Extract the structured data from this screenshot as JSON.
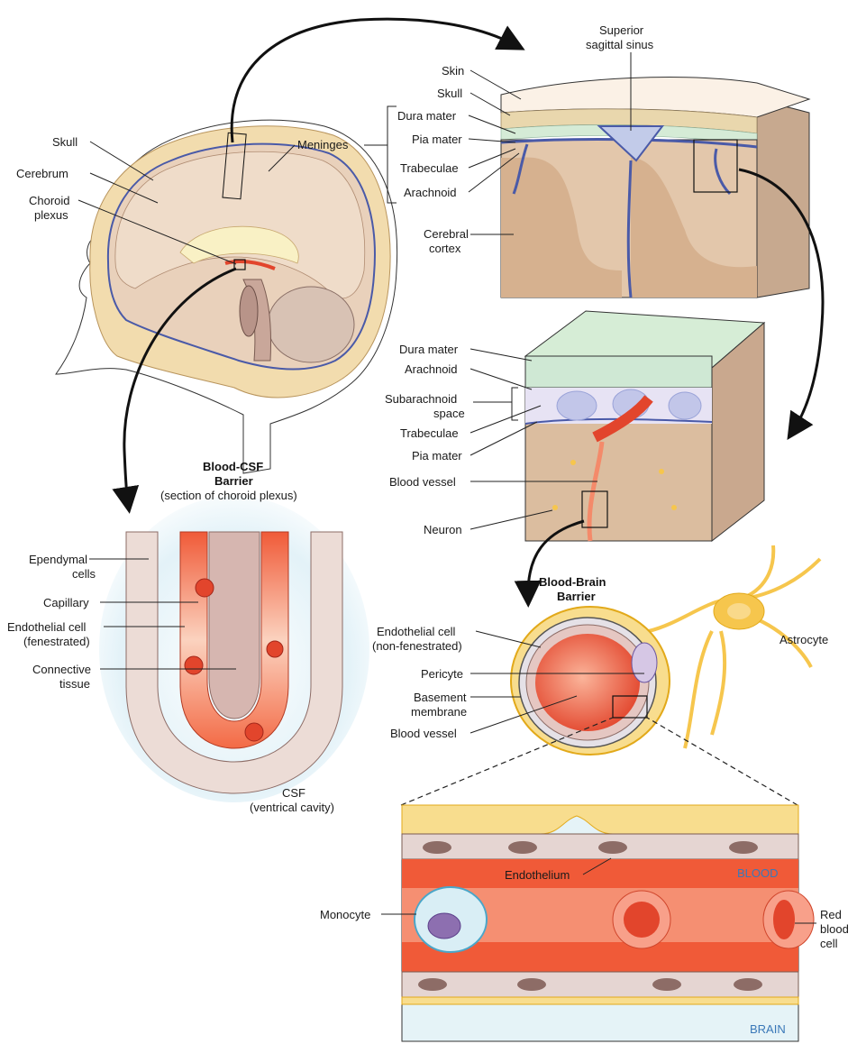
{
  "head": {
    "skull": "Skull",
    "cerebrum": "Cerebrum",
    "choroid_line1": "Choroid",
    "choroid_line2": "plexus",
    "meninges": "Meninges"
  },
  "meninges_block": {
    "superior_line1": "Superior",
    "superior_line2": "sagittal sinus",
    "skin": "Skin",
    "skull": "Skull",
    "dura_mater": "Dura mater",
    "pia_mater": "Pia mater",
    "trabeculae": "Trabeculae",
    "arachnoid": "Arachnoid",
    "cortex_line1": "Cerebral",
    "cortex_line2": "cortex"
  },
  "subarachnoid_block": {
    "dura_mater": "Dura mater",
    "arachnoid": "Arachnoid",
    "space_line1": "Subarachnoid",
    "space_line2": "space",
    "trabeculae": "Trabeculae",
    "pia_mater": "Pia mater",
    "blood_vessel": "Blood vessel",
    "neuron": "Neuron"
  },
  "csf_barrier": {
    "title_line1": "Blood-CSF",
    "title_line2": "Barrier",
    "subtitle": "(section of choroid plexus)",
    "ependymal_line1": "Ependymal",
    "ependymal_line2": "cells",
    "capillary": "Capillary",
    "endo_line1": "Endothelial cell",
    "endo_line2": "(fenestrated)",
    "conn_line1": "Connective",
    "conn_line2": "tissue",
    "csf_line1": "CSF",
    "csf_line2": "(ventrical cavity)"
  },
  "bb_barrier": {
    "title_line1": "Blood-Brain",
    "title_line2": "Barrier",
    "endo_line1": "Endothelial cell",
    "endo_line2": "(non-fenestrated)",
    "pericyte": "Pericyte",
    "basement_line1": "Basement",
    "basement_line2": "membrane",
    "blood_vessel": "Blood vessel",
    "astrocyte": "Astrocyte"
  },
  "zoom": {
    "endothelium": "Endothelium",
    "blood": "BLOOD",
    "monocyte": "Monocyte",
    "rbc_line1": "Red",
    "rbc_line2": "blood",
    "rbc_line3": "cell",
    "brain": "BRAIN"
  },
  "colors": {
    "bone": "#f2dcae",
    "brain": "#d9b99a",
    "cortex": "#e8d3bb",
    "pia_blue": "#4a5aa8",
    "dura_green": "#cfe8d4",
    "blood_red": "#e2452c",
    "astrocyte_yellow": "#f6c64d",
    "csf_blue": "#dbeef6",
    "label_blue": "#3a78b8"
  }
}
